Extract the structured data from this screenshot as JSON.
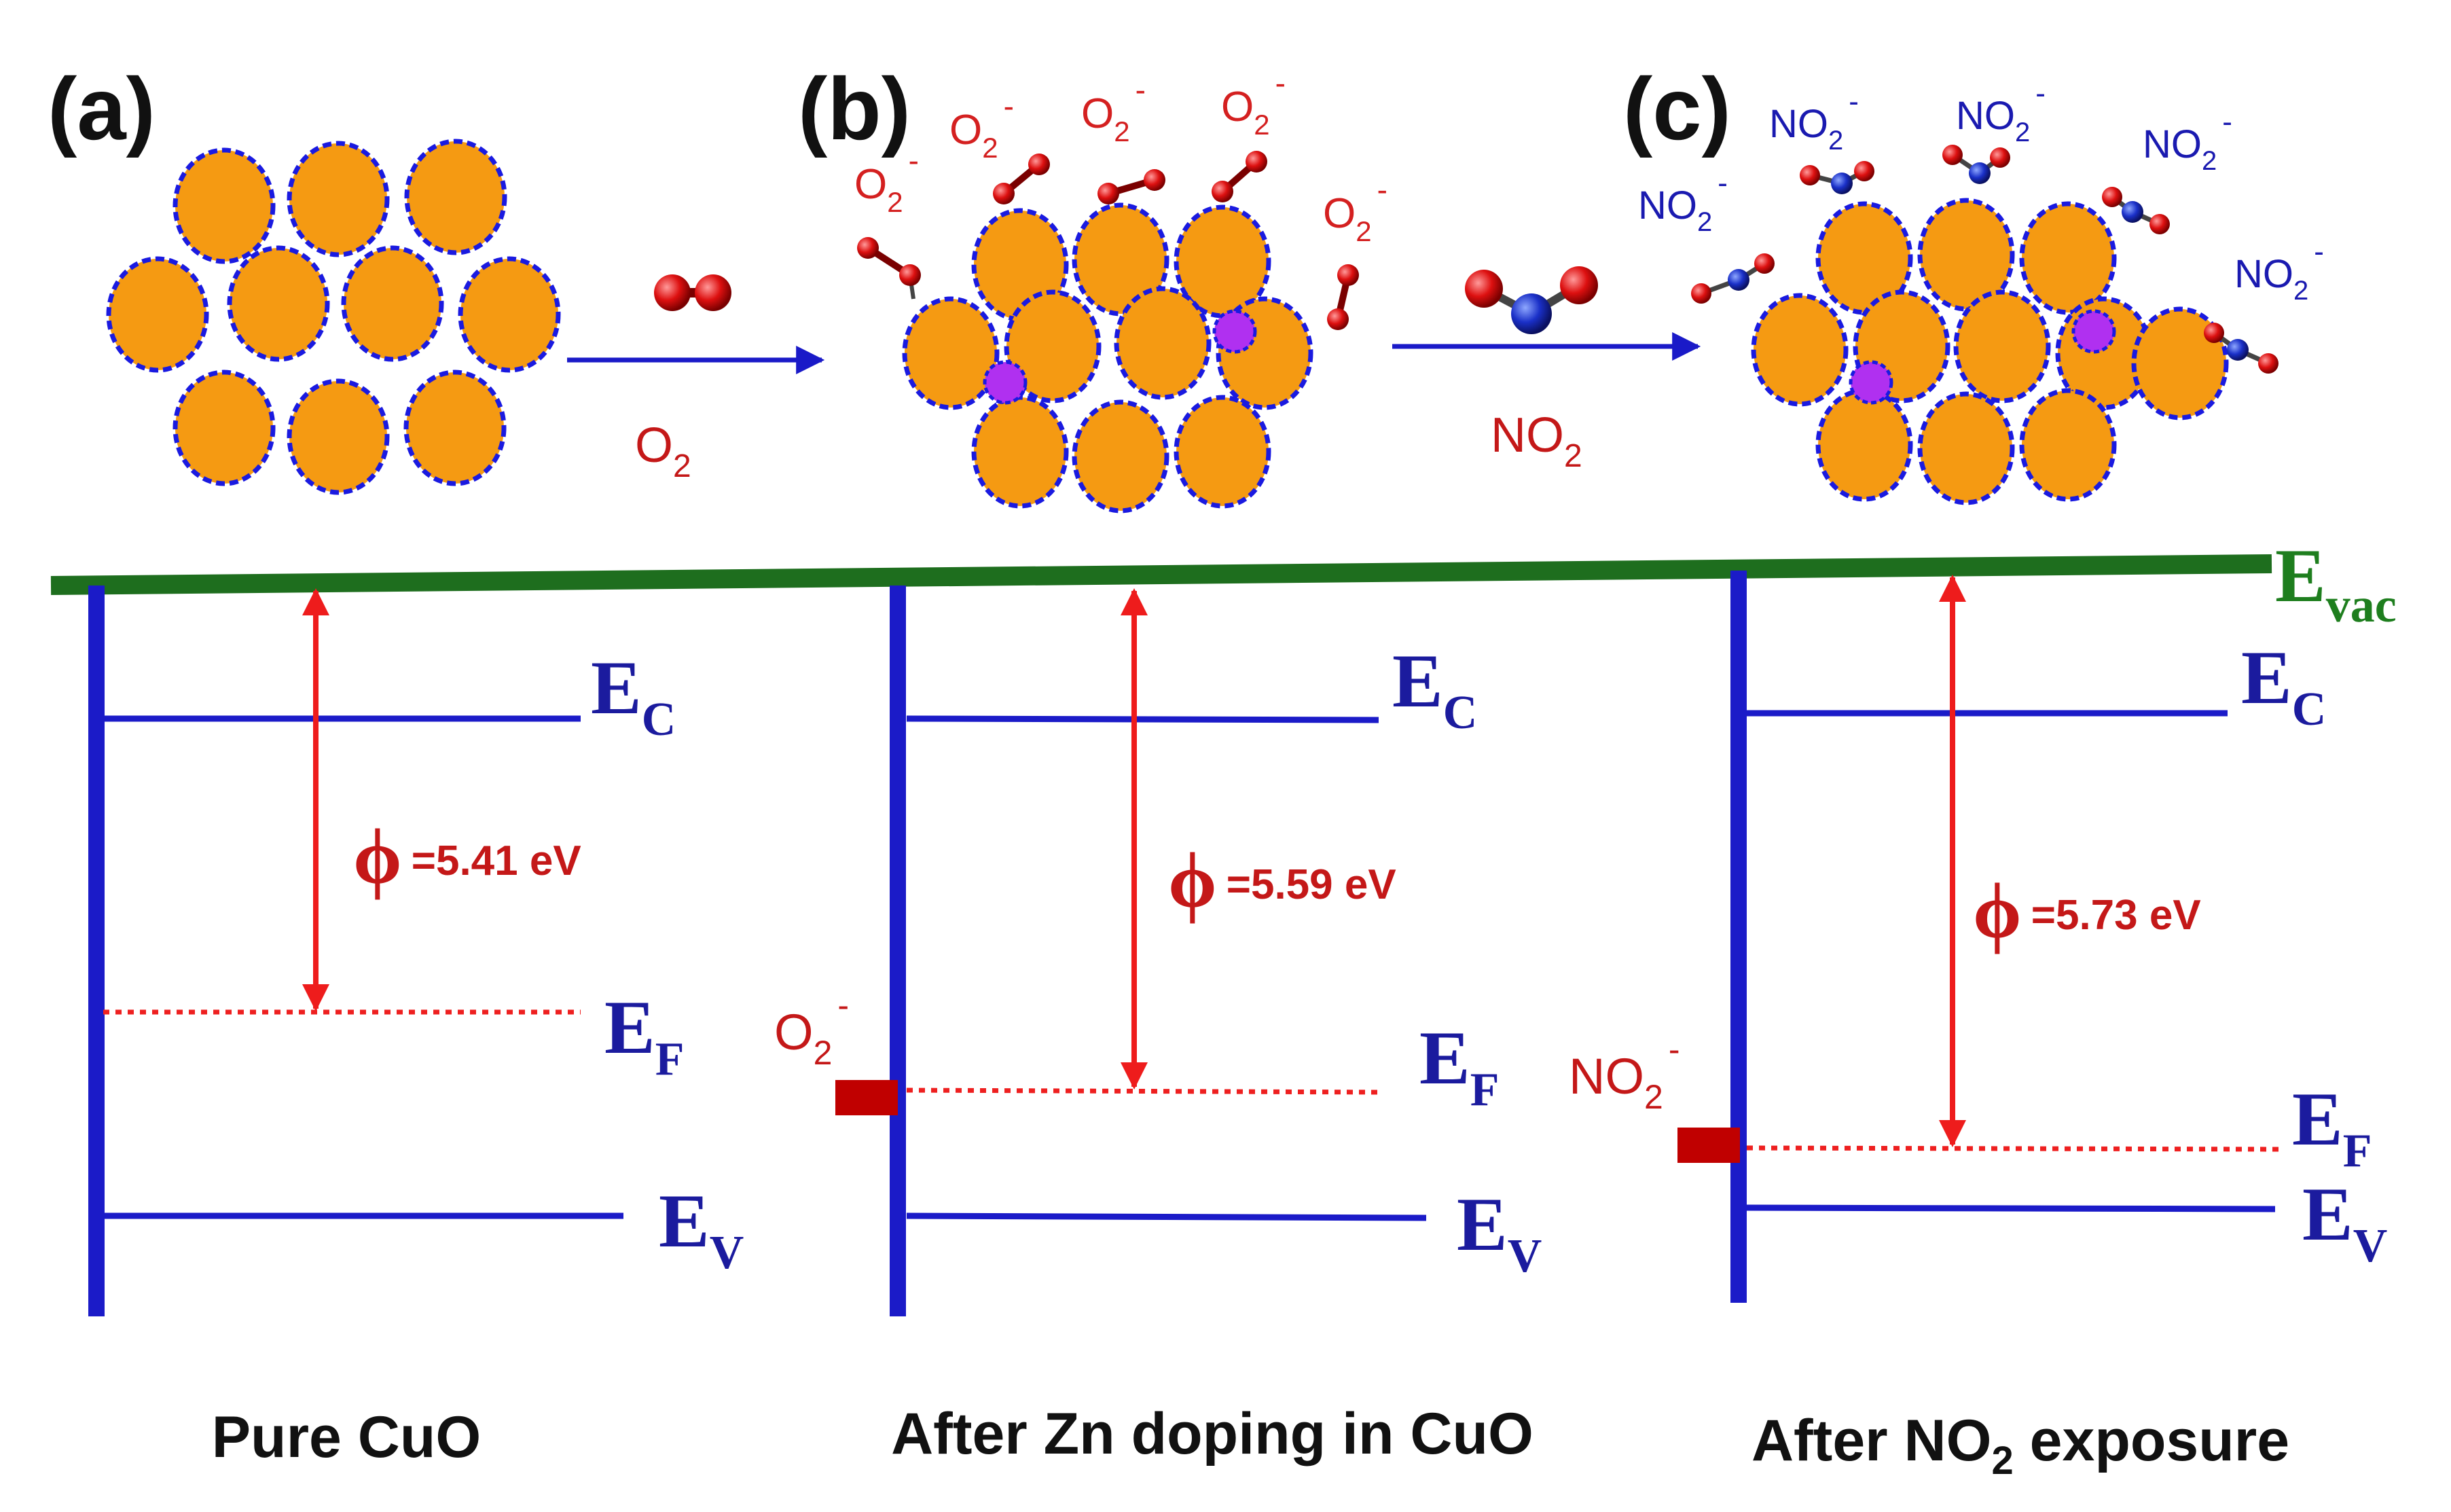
{
  "panels": {
    "a": {
      "label": "(a)",
      "caption": "Pure CuO"
    },
    "b": {
      "label": "(b)",
      "caption": "After Zn doping in CuO"
    },
    "c": {
      "label": "(c)",
      "caption_pre": "After NO",
      "caption_sub": "2",
      "caption_post": " exposure"
    }
  },
  "reactions": {
    "o2": {
      "base": "O",
      "sub": "2"
    },
    "no2": {
      "base": "NO",
      "sub": "2"
    }
  },
  "adsorbates": {
    "o2_ion": {
      "base": "O",
      "sub": "2",
      "sup": "-"
    },
    "no2_ion": {
      "base": "NO",
      "sub": "2",
      "sup": "-"
    }
  },
  "levels": {
    "vacuum": {
      "main": "E",
      "sub": "vac"
    },
    "conduction": {
      "main": "E",
      "sub": "C"
    },
    "fermi": {
      "main": "E",
      "sub": "F"
    },
    "valence": {
      "main": "E",
      "sub": "V"
    }
  },
  "work_functions": {
    "symbol": "ϕ",
    "a": "=5.41 eV",
    "b": "=5.59 eV",
    "c": "=5.73 eV"
  },
  "colors": {
    "particle_fill": "#f59a12",
    "particle_border": "#1a1ae0",
    "zn_dopant": "#b030f0",
    "band_lines": "#1b1bc8",
    "vacuum_line": "#1e6e1e",
    "fermi_line": "#ee2020",
    "oxygen_atom": "#d81010",
    "nitrogen_atom": "#1a30c8",
    "surface_state": "#c00000"
  }
}
